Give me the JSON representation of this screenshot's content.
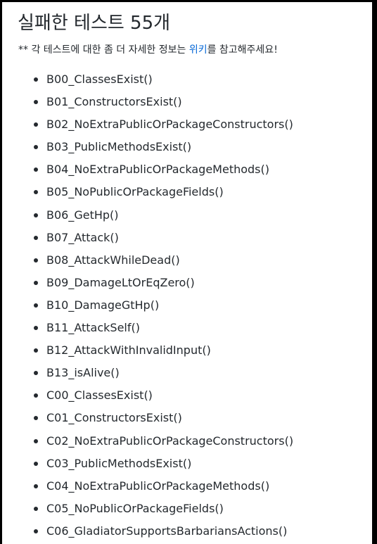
{
  "title": "실패한 테스트 55개",
  "note": {
    "prefix": "** 각 테스트에 대한 좀 더 자세한 정보는 ",
    "link_text": "위키",
    "suffix": "를 참고해주세요!"
  },
  "colors": {
    "text": "#24292e",
    "link": "#0366d6"
  },
  "tests": [
    "B00_ClassesExist()",
    "B01_ConstructorsExist()",
    "B02_NoExtraPublicOrPackageConstructors()",
    "B03_PublicMethodsExist()",
    "B04_NoExtraPublicOrPackageMethods()",
    "B05_NoPublicOrPackageFields()",
    "B06_GetHp()",
    "B07_Attack()",
    "B08_AttackWhileDead()",
    "B09_DamageLtOrEqZero()",
    "B10_DamageGtHp()",
    "B11_AttackSelf()",
    "B12_AttackWithInvalidInput()",
    "B13_isAlive()",
    "C00_ClassesExist()",
    "C01_ConstructorsExist()",
    "C02_NoExtraPublicOrPackageConstructors()",
    "C03_PublicMethodsExist()",
    "C04_NoExtraPublicOrPackageMethods()",
    "C05_NoPublicOrPackageFields()",
    "C06_GladiatorSupportsBarbariansActions()"
  ]
}
